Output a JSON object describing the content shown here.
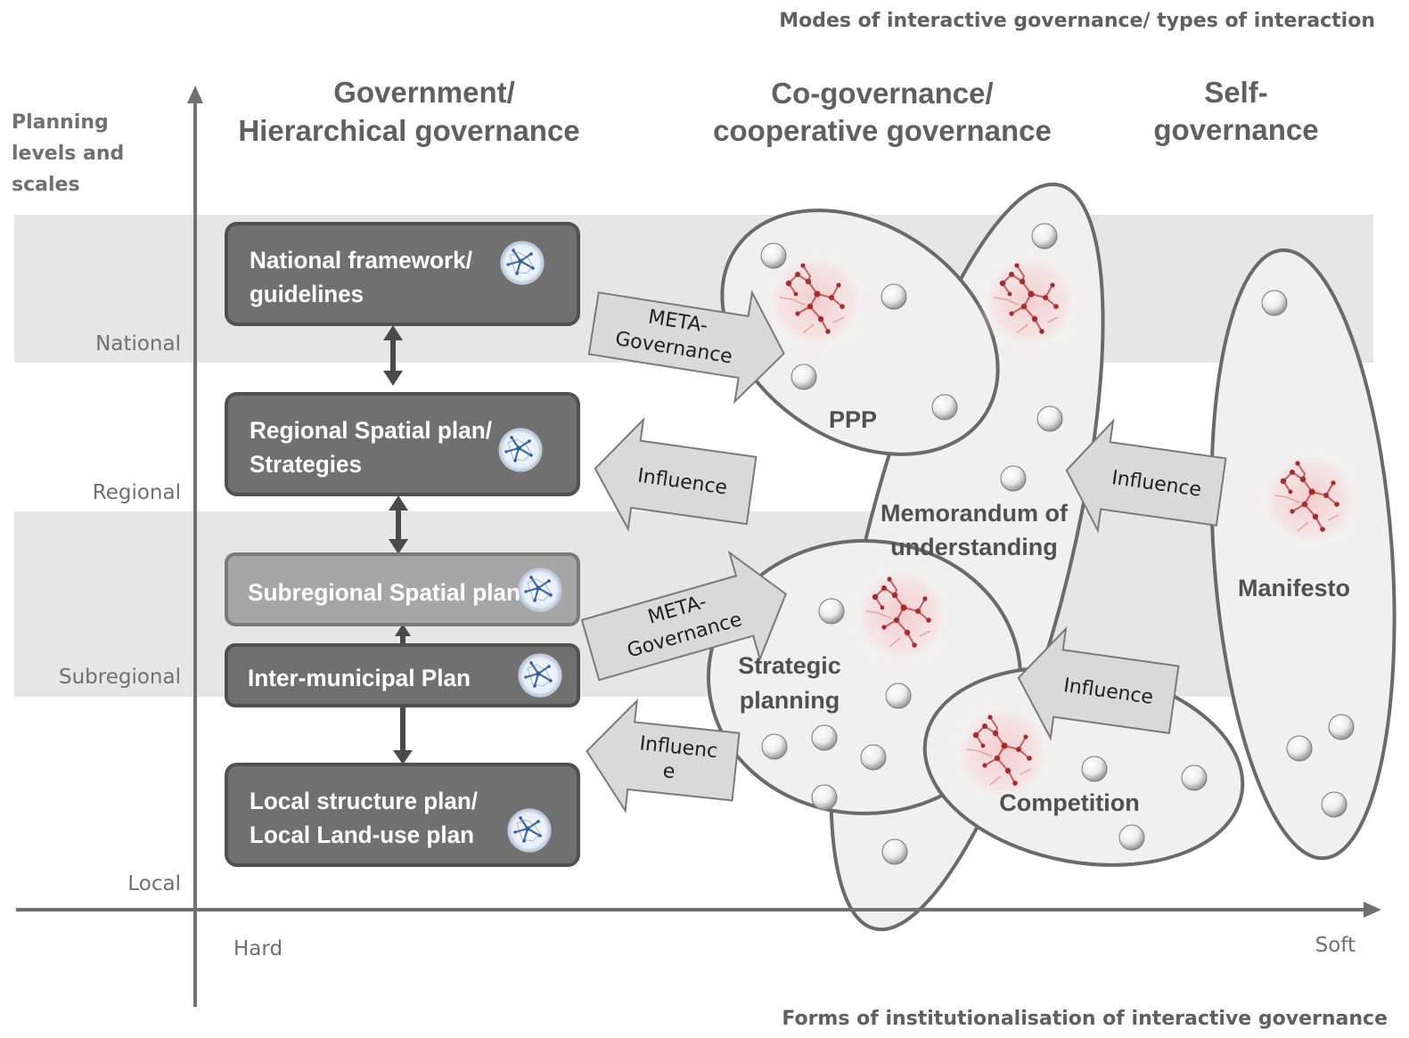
{
  "top_caption": "Modes of interactive governance/ types of interaction",
  "bottom_caption": "Forms of institutionalisation of interactive governance",
  "y_axis_title": [
    "Planning",
    "levels and",
    "scales"
  ],
  "levels": {
    "national": "National",
    "regional": "Regional",
    "subregional": "Subregional",
    "local": "Local"
  },
  "x_axis": {
    "hard": "Hard",
    "soft": "Soft"
  },
  "columns": {
    "government": [
      "Government/",
      "Hierarchical governance"
    ],
    "cogovernance": [
      "Co-governance/",
      "cooperative governance"
    ],
    "self": [
      "Self-",
      "governance"
    ]
  },
  "plans": {
    "national": [
      "National framework/",
      "guidelines"
    ],
    "regional": [
      "Regional Spatial plan/",
      "Strategies"
    ],
    "subregional": "Subregional Spatial plan",
    "intermunicipal": "Inter-municipal Plan",
    "local": [
      "Local structure plan/",
      "Local Land-use plan"
    ]
  },
  "arrows": {
    "meta_top": [
      "META-",
      "Governance"
    ],
    "influence_regional": "Influence",
    "meta_mid": [
      "META-",
      "Governance"
    ],
    "influence_local": [
      "Influenc",
      "e"
    ],
    "influence_right_top": "Influence",
    "influence_right_mid": "Influence"
  },
  "clusters": {
    "ppp": "PPP",
    "mou": [
      "Memorandum of",
      "understanding"
    ],
    "strategic": [
      "Strategic",
      "planning"
    ],
    "competition": "Competition",
    "manifesto": "Manifesto"
  },
  "colors": {
    "axis": "#707070",
    "band": "#e6e6e6",
    "box_dark": "#707070",
    "box_light": "#a6a6a6",
    "box_border": "#505050",
    "ellipse_fill": "#f0f0f0",
    "ellipse_stroke": "#6a6a6a",
    "arrow_fill": "#d9d9d9",
    "network_red": "#b03030",
    "network_blue": "#3a6ab0"
  }
}
